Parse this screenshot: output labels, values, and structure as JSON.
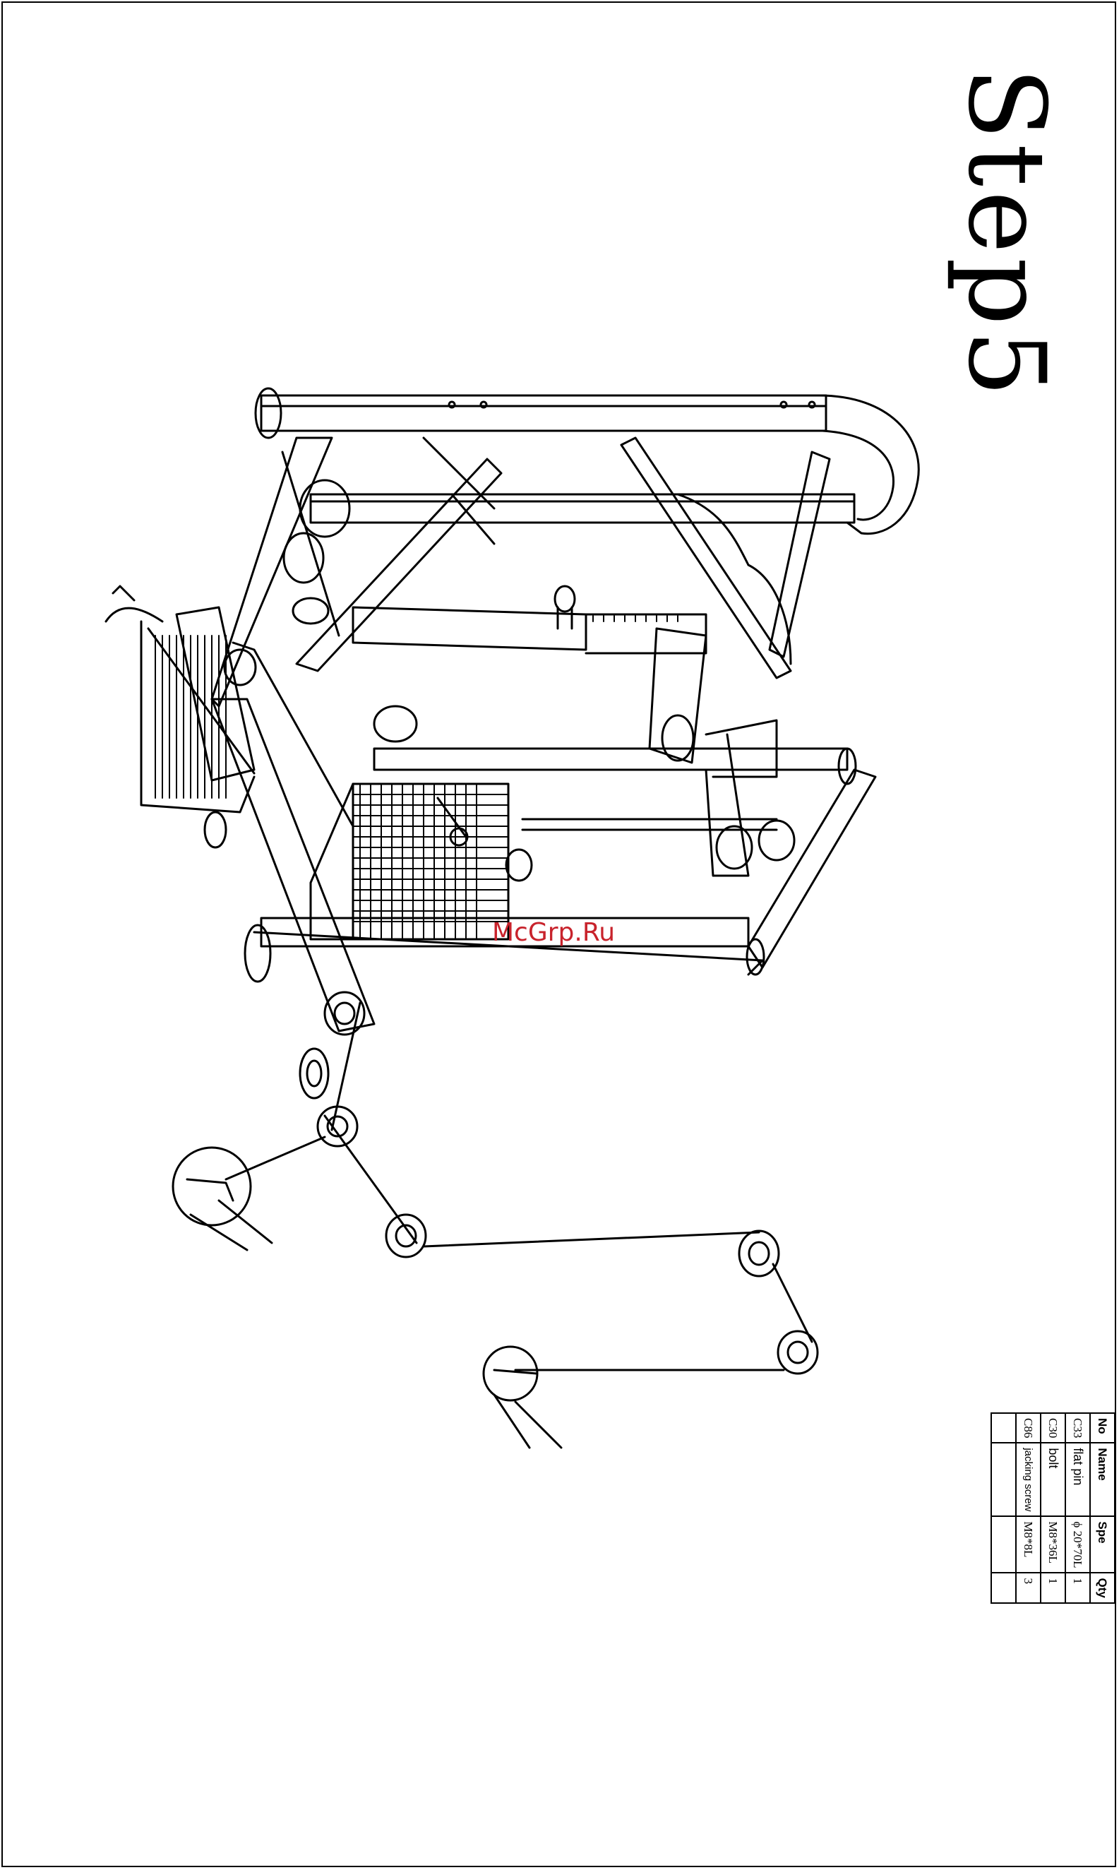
{
  "page": {
    "title": "Step5",
    "watermark": "McGrp.Ru"
  },
  "parts_table": {
    "headers": {
      "no": "No",
      "name": "Name",
      "spe": "Spe",
      "qty": "Qty"
    },
    "rows": [
      {
        "no": "C33",
        "name": "flat pin",
        "spe": "ϕ 20*70L",
        "qty": "1"
      },
      {
        "no": "C30",
        "name": "bolt",
        "spe": "M8*36L",
        "qty": "1"
      },
      {
        "no": "C86",
        "name": "jacking screw",
        "spe": "M8*8L",
        "qty": "3"
      },
      {
        "no": "",
        "name": "",
        "spe": "",
        "qty": ""
      }
    ]
  }
}
